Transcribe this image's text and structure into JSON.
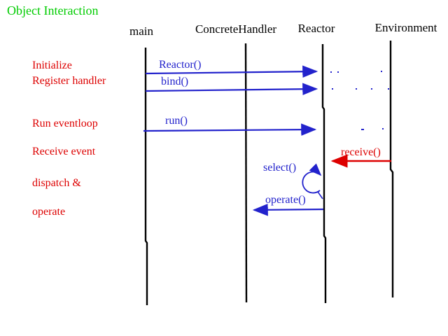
{
  "title": "Object Interaction",
  "colors": {
    "title_green": "#00CC00",
    "message_blue": "#2222CC",
    "message_red": "#DD0000",
    "lifeline_black": "#000000",
    "background": "#FFFFFF"
  },
  "lifelines": [
    {
      "label": "main"
    },
    {
      "label": "ConcreteHandler"
    },
    {
      "label": "Reactor"
    },
    {
      "label": "Environment"
    }
  ],
  "phase_labels": [
    "Initialize",
    "Register handler",
    "Run eventloop",
    "Receive event",
    "dispatch &",
    "operate"
  ],
  "messages": [
    {
      "label": "Reactor()",
      "from": "main",
      "to": "Reactor",
      "color": "blue"
    },
    {
      "label": "bind()",
      "from": "main",
      "to": "Reactor",
      "color": "blue"
    },
    {
      "label": "run()",
      "from": "main",
      "to": "Reactor",
      "color": "blue"
    },
    {
      "label": "receive()",
      "from": "Environment",
      "to": "Reactor",
      "color": "red"
    },
    {
      "label": "select()",
      "from": "Reactor",
      "to": "Reactor",
      "color": "blue",
      "self_loop": true
    },
    {
      "label": "operate()",
      "from": "Reactor",
      "to": "ConcreteHandler",
      "color": "blue"
    }
  ]
}
